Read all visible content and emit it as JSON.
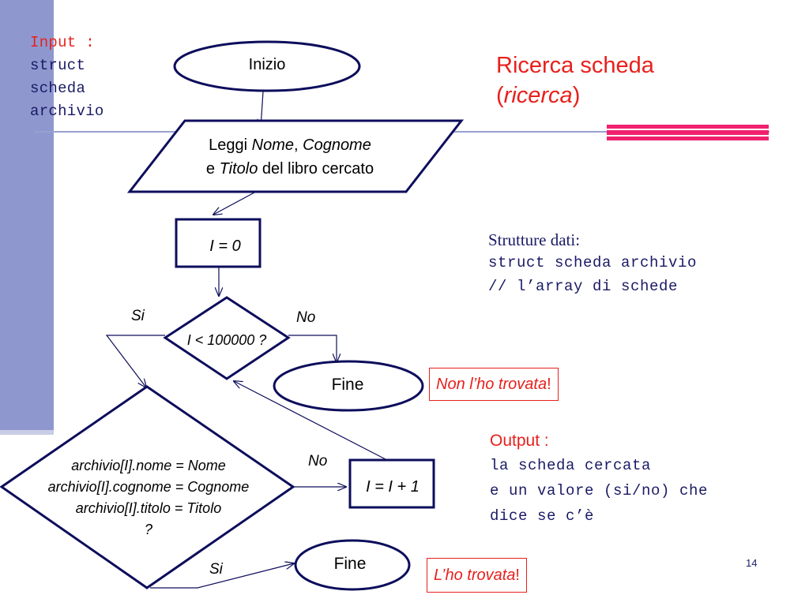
{
  "input": {
    "label": "Input :",
    "lines": [
      "struct",
      "scheda",
      "archivio"
    ]
  },
  "title": {
    "line1": "Ricerca scheda",
    "paren_open": "(",
    "name": "ricerca",
    "paren_close": ")"
  },
  "flow": {
    "start": "Inizio",
    "read_part1": "Leggi ",
    "read_nome": "Nome",
    "read_comma": ", ",
    "read_cognome": "Cognome",
    "read_part2": "e ",
    "read_titolo": "Titolo",
    "read_part3": " del libro cercato",
    "init": "I = 0",
    "loop_condition": "I < 100000 ?",
    "yes_label": "Si",
    "no_label": "No",
    "end_label": "Fine",
    "match_lines": [
      "archivio[I].nome = Nome",
      "archivio[I].cognome = Cognome",
      "archivio[I].titolo = Titolo",
      "?"
    ],
    "increment": "I = I + 1",
    "no_label_2": "No",
    "yes_label_2": "Si",
    "end_label_2": "Fine"
  },
  "data_structures": {
    "heading": "Strutture dati:",
    "line1": "struct scheda archivio",
    "line2": "// l’array di schede"
  },
  "notes": {
    "not_found_italic": "Non l’ho trovata",
    "not_found_bang": "!",
    "found_italic": "L’ho trovata",
    "found_bang": "!"
  },
  "output": {
    "heading": "Output :",
    "line1": "la scheda cercata",
    "line2": "e un valore (si/no) che",
    "line3": "dice se c’è"
  },
  "page_number": "14",
  "colors": {
    "accent_red": "#e8201c",
    "navy": "#0d0d5c",
    "sidebar": "#8e98cf",
    "accent_bar": "#f0226e"
  }
}
